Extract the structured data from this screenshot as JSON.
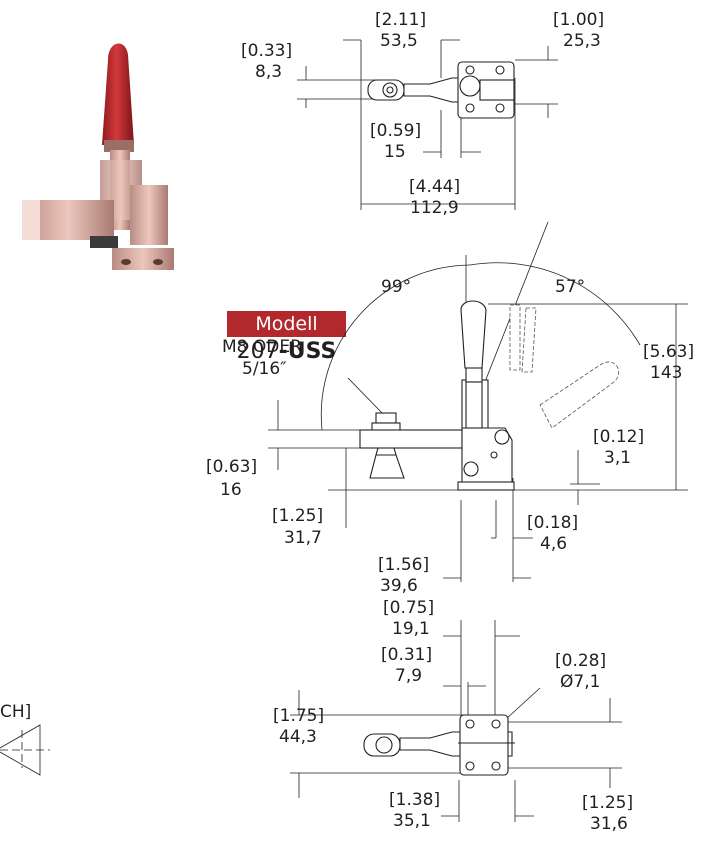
{
  "model": {
    "label": "Modell",
    "number_prefix": "207",
    "number_suffix": "-USS"
  },
  "colors": {
    "accent": "#b3282d",
    "line": "#231f20",
    "handle": "#c0272d",
    "clamp_body": "#d9aca4"
  },
  "top_view": {
    "dim_a": {
      "inch": "[0.33]",
      "mm": "8,3"
    },
    "dim_b": {
      "inch": "[2.11]",
      "mm": "53,5"
    },
    "dim_c": {
      "inch": "[1.00]",
      "mm": "25,3"
    },
    "dim_d": {
      "inch": "[0.59]",
      "mm": "15"
    },
    "dim_e": {
      "inch": "[4.44]",
      "mm": "112,9"
    }
  },
  "side_view": {
    "angle_open": "99°",
    "angle_handle": "57°",
    "thread": {
      "line1": "M8 ODER",
      "line2": "5/16″"
    },
    "dim_height": {
      "inch": "[5.63]",
      "mm": "143"
    },
    "dim_base": {
      "inch": "[0.12]",
      "mm": "3,1"
    },
    "dim_spindle": {
      "inch": "[0.63]",
      "mm": "16"
    },
    "dim_reach": {
      "inch": "[1.25]",
      "mm": "31,7"
    },
    "dim_foot": {
      "inch": "[0.18]",
      "mm": "4,6"
    },
    "dim_pivot": {
      "inch": "[1.56]",
      "mm": "39,6"
    }
  },
  "bottom_view": {
    "dim_spacing": {
      "inch": "[0.75]",
      "mm": "19,1"
    },
    "dim_offset": {
      "inch": "[0.31]",
      "mm": "7,9"
    },
    "dim_hole": {
      "inch": "[0.28]",
      "mm": "Ø7,1"
    },
    "dim_width": {
      "inch": "[1.75]",
      "mm": "44,3"
    },
    "dim_length": {
      "inch": "[1.38]",
      "mm": "35,1"
    },
    "dim_holes": {
      "inch": "[1.25]",
      "mm": "31,6"
    }
  },
  "left_fragment": {
    "text": "CH]"
  }
}
